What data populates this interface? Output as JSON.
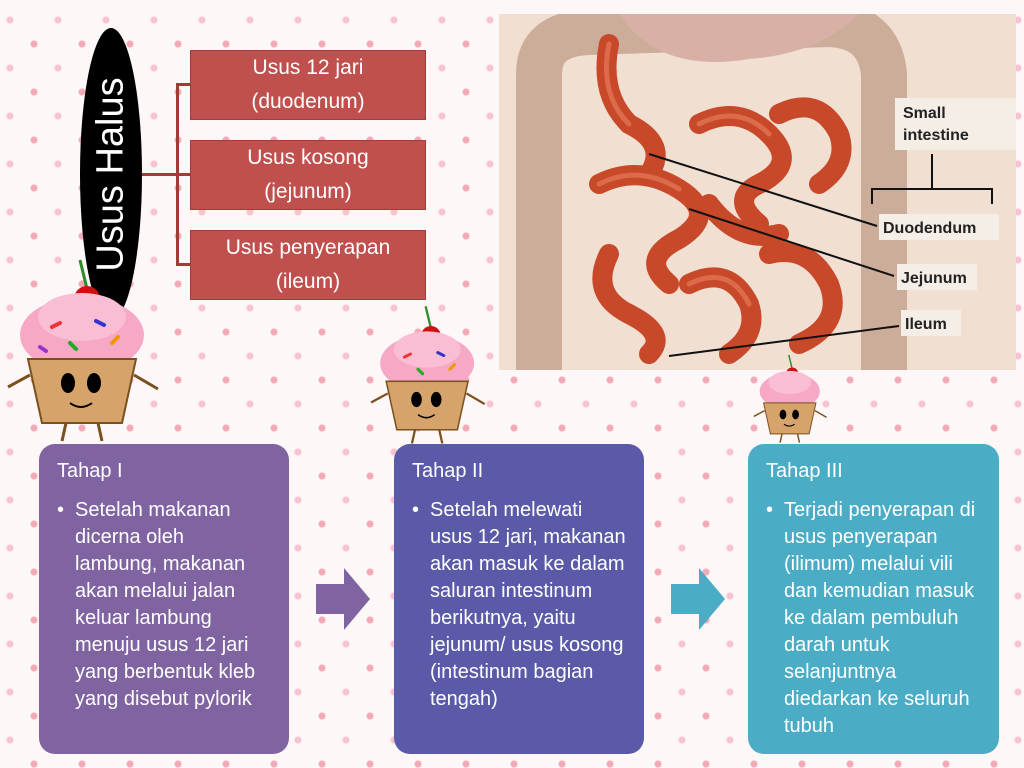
{
  "title": "Usus Halus",
  "parts": [
    {
      "line1": "Usus 12 jari",
      "line2": "(duodenum)"
    },
    {
      "line1": "Usus kosong",
      "line2": "(jejunum)"
    },
    {
      "line1": "Usus penyerapan",
      "line2": "(ileum)"
    }
  ],
  "image_labels": {
    "small_intestine_1": "Small",
    "small_intestine_2": "intestine",
    "duodenum": "Duodendum",
    "jejunum": "Jejunum",
    "ileum": "Ileum"
  },
  "stages": [
    {
      "heading": "Tahap I",
      "text": "Setelah makanan dicerna oleh lambung, makanan akan melalui jalan keluar lambung menuju usus 12 jari yang berbentuk kleb yang disebut pylorik",
      "color": "#8064a2"
    },
    {
      "heading": "Tahap II",
      "text": "Setelah melewati usus 12 jari, makanan akan masuk  ke dalam saluran intestinum berikutnya, yaitu jejunum/ usus kosong (intestinum bagian tengah)",
      "color": "#5a5aa8"
    },
    {
      "heading": "Tahap III",
      "text": "Terjadi penyerapan di usus penyerapan (ilimum) melalui vili dan kemudian masuk ke dalam pembuluh darah untuk selanjuntnya diedarkan ke seluruh tubuh",
      "color": "#4bacc6"
    }
  ],
  "colors": {
    "part_box": "#c0504d",
    "arrow1": "#8064a2",
    "arrow2": "#4bacc6"
  }
}
